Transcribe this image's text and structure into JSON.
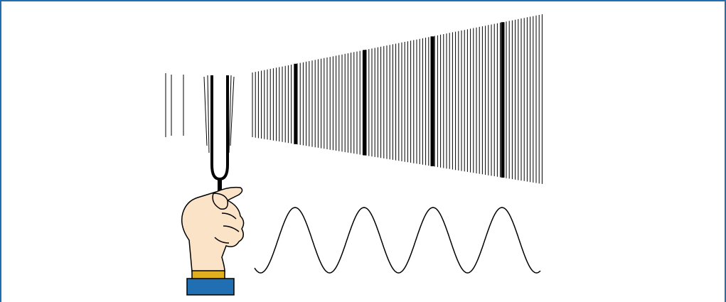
{
  "figure": {
    "subject": "tuning-fork-sound-wave",
    "colors": {
      "frame_border": "#1f6fb2",
      "ink": "#000000",
      "skin": "#fbe3c8",
      "cuff": "#e0b020",
      "sleeve": "#1f6fb2",
      "background": "#ffffff"
    },
    "icons": [
      "tuning-fork-icon",
      "hand-icon",
      "sound-wave-icon"
    ],
    "compression_count": 4,
    "wave_cycles": 4
  }
}
